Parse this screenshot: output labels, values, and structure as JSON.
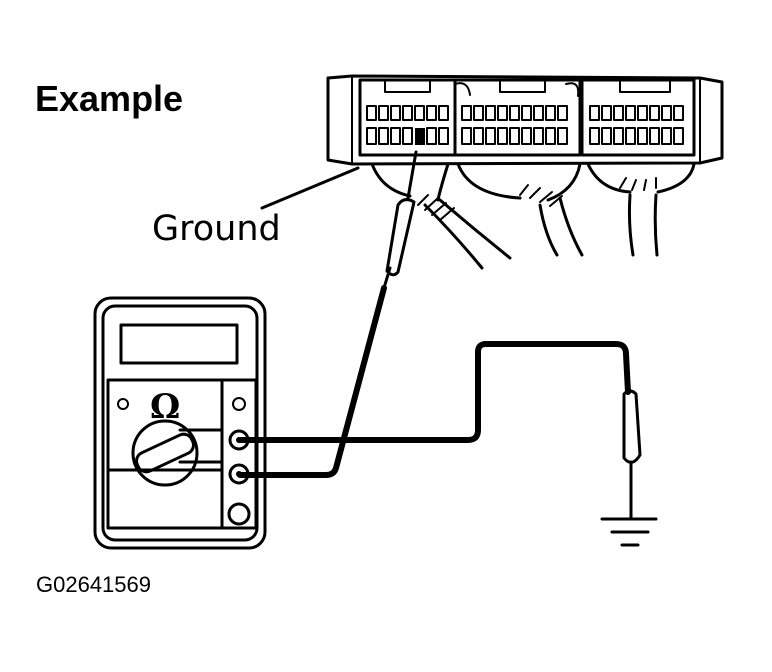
{
  "diagram": {
    "title": "Example",
    "ground_label": "Ground",
    "meter_symbol": "Ω",
    "figure_id": "G02641569"
  },
  "icons": {
    "connector": "ecu-connector-icon",
    "multimeter": "ohmmeter-icon",
    "ground": "ground-symbol-icon"
  }
}
